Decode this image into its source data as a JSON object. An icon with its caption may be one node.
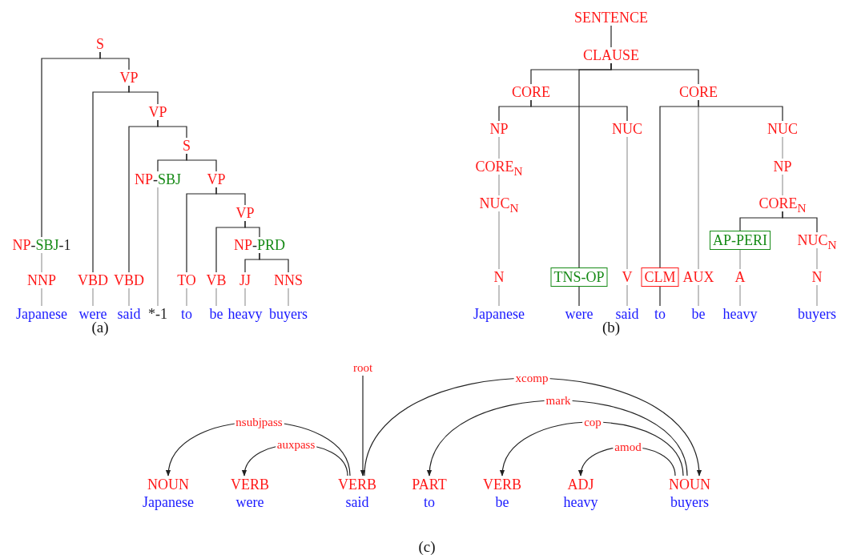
{
  "diagram": {
    "nodes": [
      {
        "text": [
          "S"
        ]
      },
      {
        "text": [
          "VP"
        ]
      },
      {
        "text": [
          "VP"
        ]
      },
      {
        "text": [
          "S"
        ]
      },
      {
        "text": [
          "NP-SBJ"
        ]
      },
      {
        "text": [
          "VP"
        ]
      },
      {
        "text": [
          "VP"
        ]
      },
      {
        "text": [
          "NP-SBJ-1"
        ]
      },
      {
        "text": [
          "NP-PRD"
        ]
      },
      {
        "text": [
          "NNP"
        ]
      },
      {
        "text": [
          "VBD"
        ]
      },
      {
        "text": [
          "VBD"
        ]
      },
      {
        "text": [
          "TO"
        ]
      },
      {
        "text": [
          "VB"
        ]
      },
      {
        "text": [
          "JJ"
        ]
      },
      {
        "text": [
          "NNS"
        ]
      },
      {
        "text": [
          "Japanese"
        ]
      },
      {
        "text": [
          "were"
        ]
      },
      {
        "text": [
          "said"
        ]
      },
      {
        "text": [
          "*-1"
        ]
      },
      {
        "text": [
          "to"
        ]
      },
      {
        "text": [
          "be"
        ]
      },
      {
        "text": [
          "heavy"
        ]
      },
      {
        "text": [
          "buyers"
        ]
      },
      {
        "text": [
          "SENTENCE"
        ]
      },
      {
        "text": [
          "CLAUSE"
        ]
      },
      {
        "text": [
          "CORE"
        ]
      },
      {
        "text": [
          "CORE"
        ]
      },
      {
        "text": [
          "NP"
        ]
      },
      {
        "text": [
          "NUC"
        ]
      },
      {
        "text": [
          "NUC"
        ]
      },
      {
        "text": [
          "CORE$_{N}$"
        ]
      },
      {
        "text": [
          "NP"
        ]
      },
      {
        "text": [
          "NUC$_{N}$"
        ]
      },
      {
        "text": [
          "CORE$_{N}$"
        ]
      },
      {
        "text": [
          "AP-PERI"
        ]
      },
      {
        "text": [
          "NUC$_{N}$"
        ]
      },
      {
        "text": [
          "N"
        ]
      },
      {
        "text": [
          "TNS-OP"
        ]
      },
      {
        "text": [
          "V"
        ]
      },
      {
        "text": [
          "CLM"
        ]
      },
      {
        "text": [
          "AUX"
        ]
      },
      {
        "text": [
          "A"
        ]
      },
      {
        "text": [
          "N"
        ]
      },
      {
        "text": [
          "Japanese"
        ]
      },
      {
        "text": [
          "were"
        ]
      },
      {
        "text": [
          "said"
        ]
      },
      {
        "text": [
          "to"
        ]
      },
      {
        "text": [
          "be"
        ]
      },
      {
        "text": [
          "heavy"
        ]
      },
      {
        "text": [
          "buyers"
        ]
      },
      {
        "text": [
          "root"
        ]
      },
      {
        "text": [
          "NOUN",
          "Japanese"
        ]
      },
      {
        "text": [
          "VERB",
          "were"
        ]
      },
      {
        "text": [
          "VERB",
          "said"
        ]
      },
      {
        "text": [
          "PART",
          "to"
        ]
      },
      {
        "text": [
          "VERB",
          "be"
        ]
      },
      {
        "text": [
          "ADJ",
          "heavy"
        ]
      },
      {
        "text": [
          "NOUN",
          "buyers"
        ]
      }
    ],
    "edges": [
      {
        "from": 0,
        "to": 7,
        "arrow": "none"
      },
      {
        "from": 0,
        "to": 1,
        "arrow": "none"
      },
      {
        "from": 1,
        "to": 10,
        "arrow": "none"
      },
      {
        "from": 1,
        "to": 2,
        "arrow": "none"
      },
      {
        "from": 2,
        "to": 11,
        "arrow": "none"
      },
      {
        "from": 2,
        "to": 3,
        "arrow": "none"
      },
      {
        "from": 3,
        "to": 4,
        "arrow": "none"
      },
      {
        "from": 3,
        "to": 5,
        "arrow": "none"
      },
      {
        "from": 4,
        "to": 19,
        "arrow": "none",
        "color": "#999999"
      },
      {
        "from": 5,
        "to": 12,
        "arrow": "none"
      },
      {
        "from": 5,
        "to": 6,
        "arrow": "none"
      },
      {
        "from": 6,
        "to": 13,
        "arrow": "none"
      },
      {
        "from": 6,
        "to": 8,
        "arrow": "none"
      },
      {
        "from": 8,
        "to": 14,
        "arrow": "none"
      },
      {
        "from": 8,
        "to": 15,
        "arrow": "none"
      },
      {
        "from": 7,
        "to": 9,
        "arrow": "none",
        "color": "#999999"
      },
      {
        "from": 9,
        "to": 16,
        "arrow": "none",
        "color": "#999999"
      },
      {
        "from": 10,
        "to": 17,
        "arrow": "none",
        "color": "#999999"
      },
      {
        "from": 11,
        "to": 18,
        "arrow": "none",
        "color": "#999999"
      },
      {
        "from": 12,
        "to": 20,
        "arrow": "none",
        "color": "#999999"
      },
      {
        "from": 13,
        "to": 21,
        "arrow": "none",
        "color": "#999999"
      },
      {
        "from": 14,
        "to": 22,
        "arrow": "none",
        "color": "#999999"
      },
      {
        "from": 15,
        "to": 23,
        "arrow": "none",
        "color": "#999999"
      },
      {
        "from": 24,
        "to": 25,
        "arrow": "none"
      },
      {
        "from": 25,
        "to": 26,
        "arrow": "none"
      },
      {
        "from": 25,
        "to": 38,
        "arrow": "none"
      },
      {
        "from": 25,
        "to": 27,
        "arrow": "none"
      },
      {
        "from": 26,
        "to": 28,
        "arrow": "none"
      },
      {
        "from": 26,
        "to": 29,
        "arrow": "none"
      },
      {
        "from": 27,
        "to": 40,
        "arrow": "none"
      },
      {
        "from": 27,
        "to": 41,
        "arrow": "none",
        "color": "#999999"
      },
      {
        "from": 27,
        "to": 30,
        "arrow": "none"
      },
      {
        "from": 28,
        "to": 31,
        "arrow": "none",
        "color": "#999999"
      },
      {
        "from": 31,
        "to": 33,
        "arrow": "none",
        "color": "#999999"
      },
      {
        "from": 33,
        "to": 37,
        "arrow": "none",
        "color": "#999999"
      },
      {
        "from": 37,
        "to": 44,
        "arrow": "none",
        "color": "#999999"
      },
      {
        "from": 29,
        "to": 39,
        "arrow": "none",
        "color": "#999999"
      },
      {
        "from": 39,
        "to": 46,
        "arrow": "none",
        "color": "#999999"
      },
      {
        "from": 30,
        "to": 32,
        "arrow": "none",
        "color": "#999999"
      },
      {
        "from": 32,
        "to": 34,
        "arrow": "none",
        "color": "#999999"
      },
      {
        "from": 34,
        "to": 35,
        "arrow": "none"
      },
      {
        "from": 34,
        "to": 36,
        "arrow": "none"
      },
      {
        "from": 35,
        "to": 42,
        "arrow": "none",
        "color": "#999999"
      },
      {
        "from": 42,
        "to": 49,
        "arrow": "none",
        "color": "#999999"
      },
      {
        "from": 36,
        "to": 43,
        "arrow": "none",
        "color": "#999999"
      },
      {
        "from": 43,
        "to": 50,
        "arrow": "none",
        "color": "#999999"
      },
      {
        "from": 38,
        "to": 45,
        "arrow": "none"
      },
      {
        "from": 40,
        "to": 47,
        "arrow": "none"
      },
      {
        "from": 41,
        "to": 48,
        "arrow": "none",
        "color": "#999999"
      },
      {
        "from": 51,
        "to": 54,
        "arrow": "to"
      },
      {
        "from": 54,
        "to": 52,
        "arrow": "to",
        "label": "nsubjpass"
      },
      {
        "from": 54,
        "to": 53,
        "arrow": "to",
        "label": "auxpass"
      },
      {
        "from": 54,
        "to": 58,
        "arrow": "to",
        "label": "xcomp"
      },
      {
        "from": 58,
        "to": 55,
        "arrow": "to",
        "label": "mark"
      },
      {
        "from": 58,
        "to": 56,
        "arrow": "to",
        "label": "cop"
      },
      {
        "from": 58,
        "to": 57,
        "arrow": "to",
        "label": "amod"
      }
    ],
    "labels": [
      "(a)",
      "(b)",
      "(c)"
    ]
  }
}
